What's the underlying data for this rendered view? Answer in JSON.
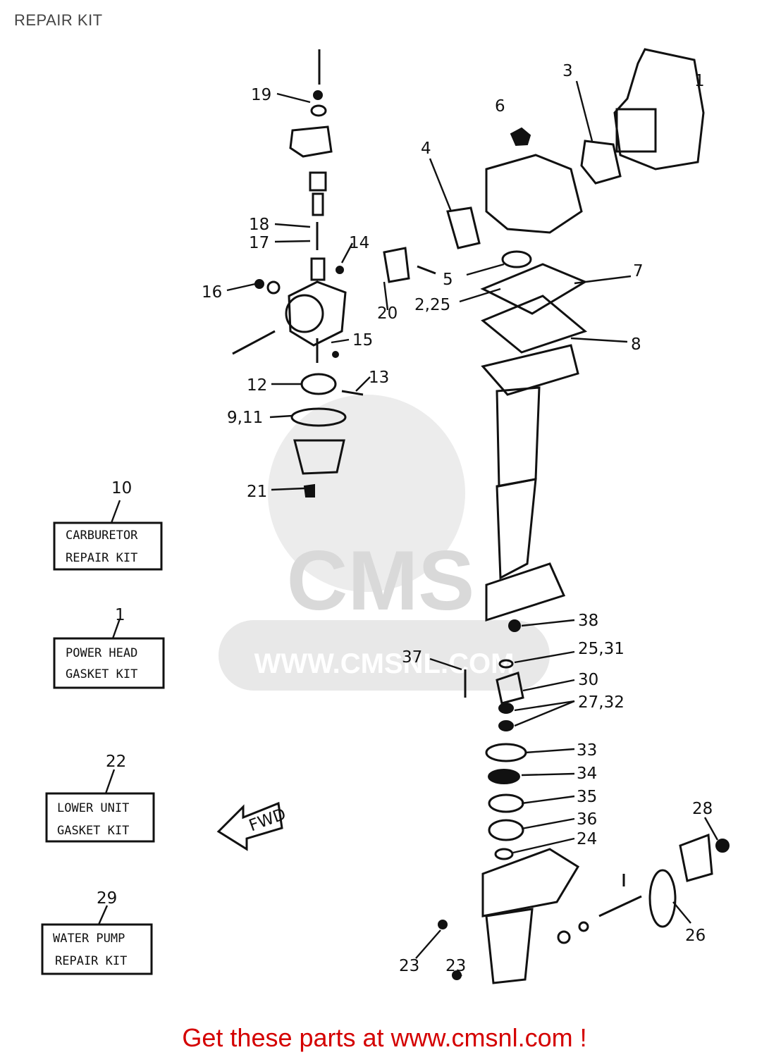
{
  "page": {
    "title": "REPAIR KIT"
  },
  "kits": [
    {
      "number": "10",
      "line1": "CARBURETOR",
      "line2": "REPAIR KIT"
    },
    {
      "number": "1",
      "line1": "POWER HEAD",
      "line2": "GASKET KIT"
    },
    {
      "number": "22",
      "line1": "LOWER UNIT",
      "line2": "GASKET KIT"
    },
    {
      "number": "29",
      "line1": "WATER PUMP",
      "line2": "REPAIR KIT"
    }
  ],
  "callouts": {
    "c1": "1",
    "c3": "3",
    "c6": "6",
    "c4": "4",
    "c19": "19",
    "c18": "18",
    "c17": "17",
    "c14": "14",
    "c5": "5",
    "c7": "7",
    "c16": "16",
    "c20": "20",
    "c2_25": "2,25",
    "c15": "15",
    "c8": "8",
    "c12": "12",
    "c13": "13",
    "c9_11": "9,11",
    "c21": "21",
    "c38": "38",
    "c25_31": "25,31",
    "c37": "37",
    "c30": "30",
    "c27_32": "27,32",
    "c33": "33",
    "c34": "34",
    "c35": "35",
    "c36": "36",
    "c24": "24",
    "c28": "28",
    "c26": "26",
    "c23a": "23",
    "c23b": "23"
  },
  "fwd_label": "FWD",
  "watermark": {
    "brand": "CMS",
    "url": "WWW.CMSNL.COM"
  },
  "footer": {
    "text": "Get these parts at www.cmsnl.com !"
  },
  "colors": {
    "footer": "#d40000",
    "line": "#111111",
    "watermark": "#d9d9d9"
  }
}
